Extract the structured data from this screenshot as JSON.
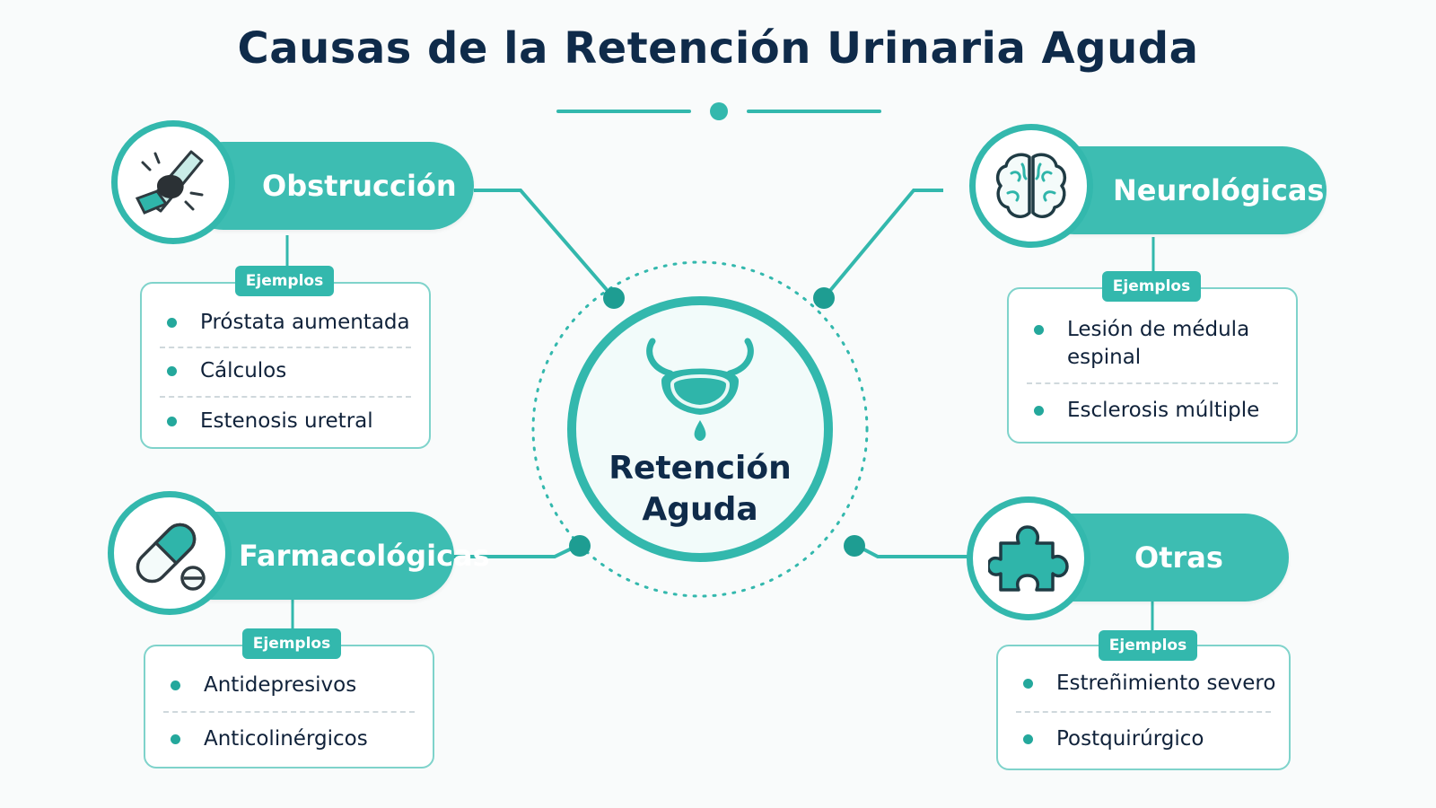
{
  "title": "Causas de la Retención Urinaria Aguda",
  "center": {
    "line1": "Retención",
    "line2": "Aguda",
    "icon": "bladder-icon"
  },
  "badge_label": "Ejemplos",
  "colors": {
    "teal": "#3dbdb2",
    "teal_dark": "#33b8ad",
    "navy": "#0f2b4a",
    "card_border": "#7fd3cb"
  },
  "categories": [
    {
      "id": "obstruccion",
      "label": "Obstrucción",
      "icon": "urethra-stone-icon",
      "examples": [
        "Próstata aumentada",
        "Cálculos",
        "Estenosis uretral"
      ]
    },
    {
      "id": "neurologicas",
      "label": "Neurológicas",
      "icon": "brain-icon",
      "examples": [
        "Lesión de médula espinal",
        "Esclerosis múltiple"
      ]
    },
    {
      "id": "farmacologicas",
      "label": "Farmacológicas",
      "icon": "pill-icon",
      "examples": [
        "Antidepresivos",
        "Anticolinérgicos"
      ]
    },
    {
      "id": "otras",
      "label": "Otras",
      "icon": "puzzle-icon",
      "examples": [
        "Estreñimiento severo",
        "Postquirúrgico"
      ]
    }
  ]
}
